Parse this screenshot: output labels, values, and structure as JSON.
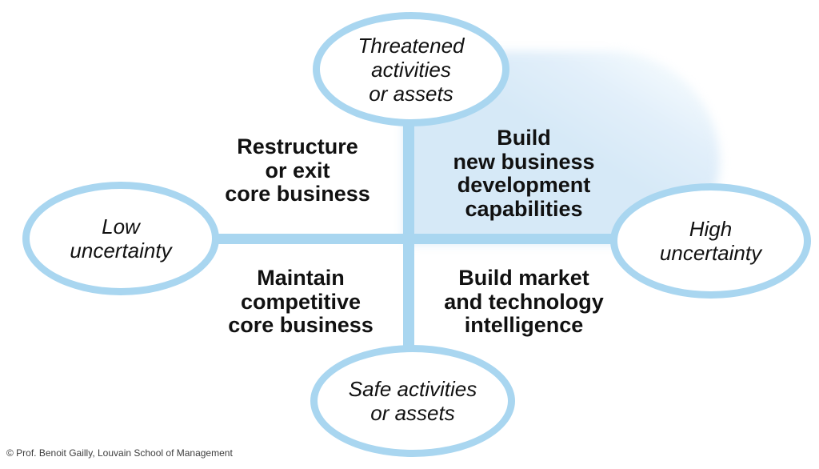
{
  "colors": {
    "accent_stroke": "#a9d6f0",
    "blob_fill": "#d6e9f7",
    "text": "#111111",
    "footer_text": "#3d3d3d",
    "background": "#ffffff"
  },
  "endpoints": {
    "top": {
      "label": "Threatened activities or assets",
      "lines": [
        "Threatened",
        "activities",
        "or assets"
      ]
    },
    "left": {
      "label": "Low uncertainty",
      "lines": [
        "Low",
        "uncertainty"
      ]
    },
    "right": {
      "label": "High uncertainty",
      "lines": [
        "High",
        "uncertainty"
      ]
    },
    "bottom": {
      "label": "Safe activities or assets",
      "lines": [
        "Safe activities",
        "or assets"
      ]
    }
  },
  "quadrants": {
    "top_left": {
      "label": "Restructure or exit core business",
      "lines": [
        "Restructure",
        "or exit",
        "core business"
      ]
    },
    "top_right": {
      "label": "Build new business development capabilities",
      "lines": [
        "Build",
        "new business",
        "development",
        "capabilities"
      ]
    },
    "bottom_left": {
      "label": "Maintain competitive core business",
      "lines": [
        "Maintain",
        "competitive",
        "core business"
      ]
    },
    "bottom_right": {
      "label": "Build market and technology intelligence",
      "lines": [
        "Build market",
        "and technology",
        "intelligence"
      ]
    }
  },
  "footer": {
    "copyright": "© Prof. Benoit Gailly, Louvain School of Management"
  }
}
